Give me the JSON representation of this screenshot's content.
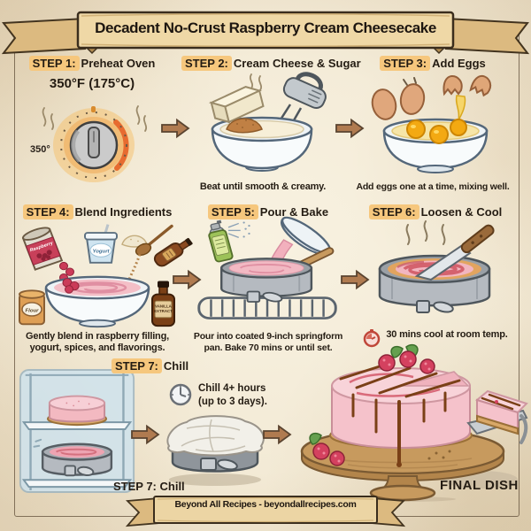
{
  "palette": {
    "parchment": "#f1e7d1",
    "ribbon": "#ecd5a4",
    "step_highlight": "#f6c77d",
    "arrow_brown": "#b07b50",
    "batter_pink": "#f2b9c3",
    "raspberry_red": "#cb3b59",
    "chocolate": "#7a4017"
  },
  "banner": {
    "title": "Decadent No-Crust Raspberry Cream Cheesecake"
  },
  "steps": {
    "s1": {
      "tag": "STEP 1:",
      "title": "Preheat Oven",
      "temperature": "350°F (175°C)",
      "dial_reading": "350°"
    },
    "s2": {
      "tag": "STEP 2:",
      "title": "Cream Cheese & Sugar",
      "caption": "Beat until smooth & creamy."
    },
    "s3": {
      "tag": "STEP 3:",
      "title": "Add Eggs",
      "caption": "Add eggs one at a time, mixing well."
    },
    "s4": {
      "tag": "STEP 4:",
      "title": "Blend Ingredients",
      "caption1": "Gently blend in raspberry filling,",
      "caption2": "yogurt, spices, and flavorings.",
      "labels": {
        "raspberry": "Raspberry",
        "yogurt": "Yogurt",
        "flour": "Flour",
        "vanilla1": "VANILLA",
        "vanilla2": "EXTRACT"
      }
    },
    "s5": {
      "tag": "STEP 5:",
      "title": "Pour & Bake",
      "caption1": "Pour into coated 9-inch springform",
      "caption2": "pan. Bake 70 mins or until set."
    },
    "s6": {
      "tag": "STEP 6:",
      "title": "Loosen & Cool",
      "caption": "30 mins cool at room temp."
    },
    "s7": {
      "tag": "STEP 7:",
      "title": "Chill",
      "caption1": "Chill 4+ hours",
      "caption2": "(up to 3 days).",
      "repeat_note": "STEP 7: Chill"
    }
  },
  "final_dish": {
    "label": "FINAL DISH"
  },
  "footer": {
    "text": "Beyond All Recipes - beyondallrecipes.com"
  }
}
